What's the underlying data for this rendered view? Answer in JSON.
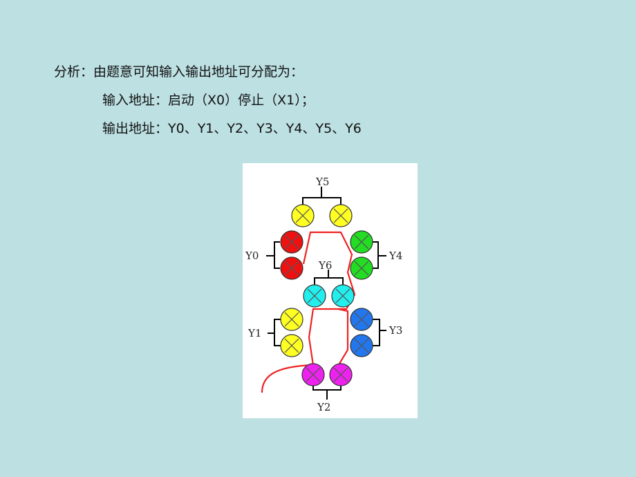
{
  "text": {
    "analysis_line": "分析：由题意可知输入输出地址可分配为：",
    "input_line": "输入地址：启动（X0）停止（X1）；",
    "output_line": "输出地址：Y0、Y1、Y2、Y3、Y4、Y5、Y6"
  },
  "diagram": {
    "labels": {
      "y5": "Y5",
      "y0": "Y0",
      "y4": "Y4",
      "y6": "Y6",
      "y1": "Y1",
      "y3": "Y3",
      "y2": "Y2"
    },
    "colors": {
      "y5": "#ffff22",
      "y0": "#ee1111",
      "y4": "#22dd22",
      "y6": "#22eeee",
      "y1": "#ffff22",
      "y3": "#2277ee",
      "y2": "#ee22ee",
      "track": "#ee2222",
      "background": "#bde0e2"
    }
  }
}
